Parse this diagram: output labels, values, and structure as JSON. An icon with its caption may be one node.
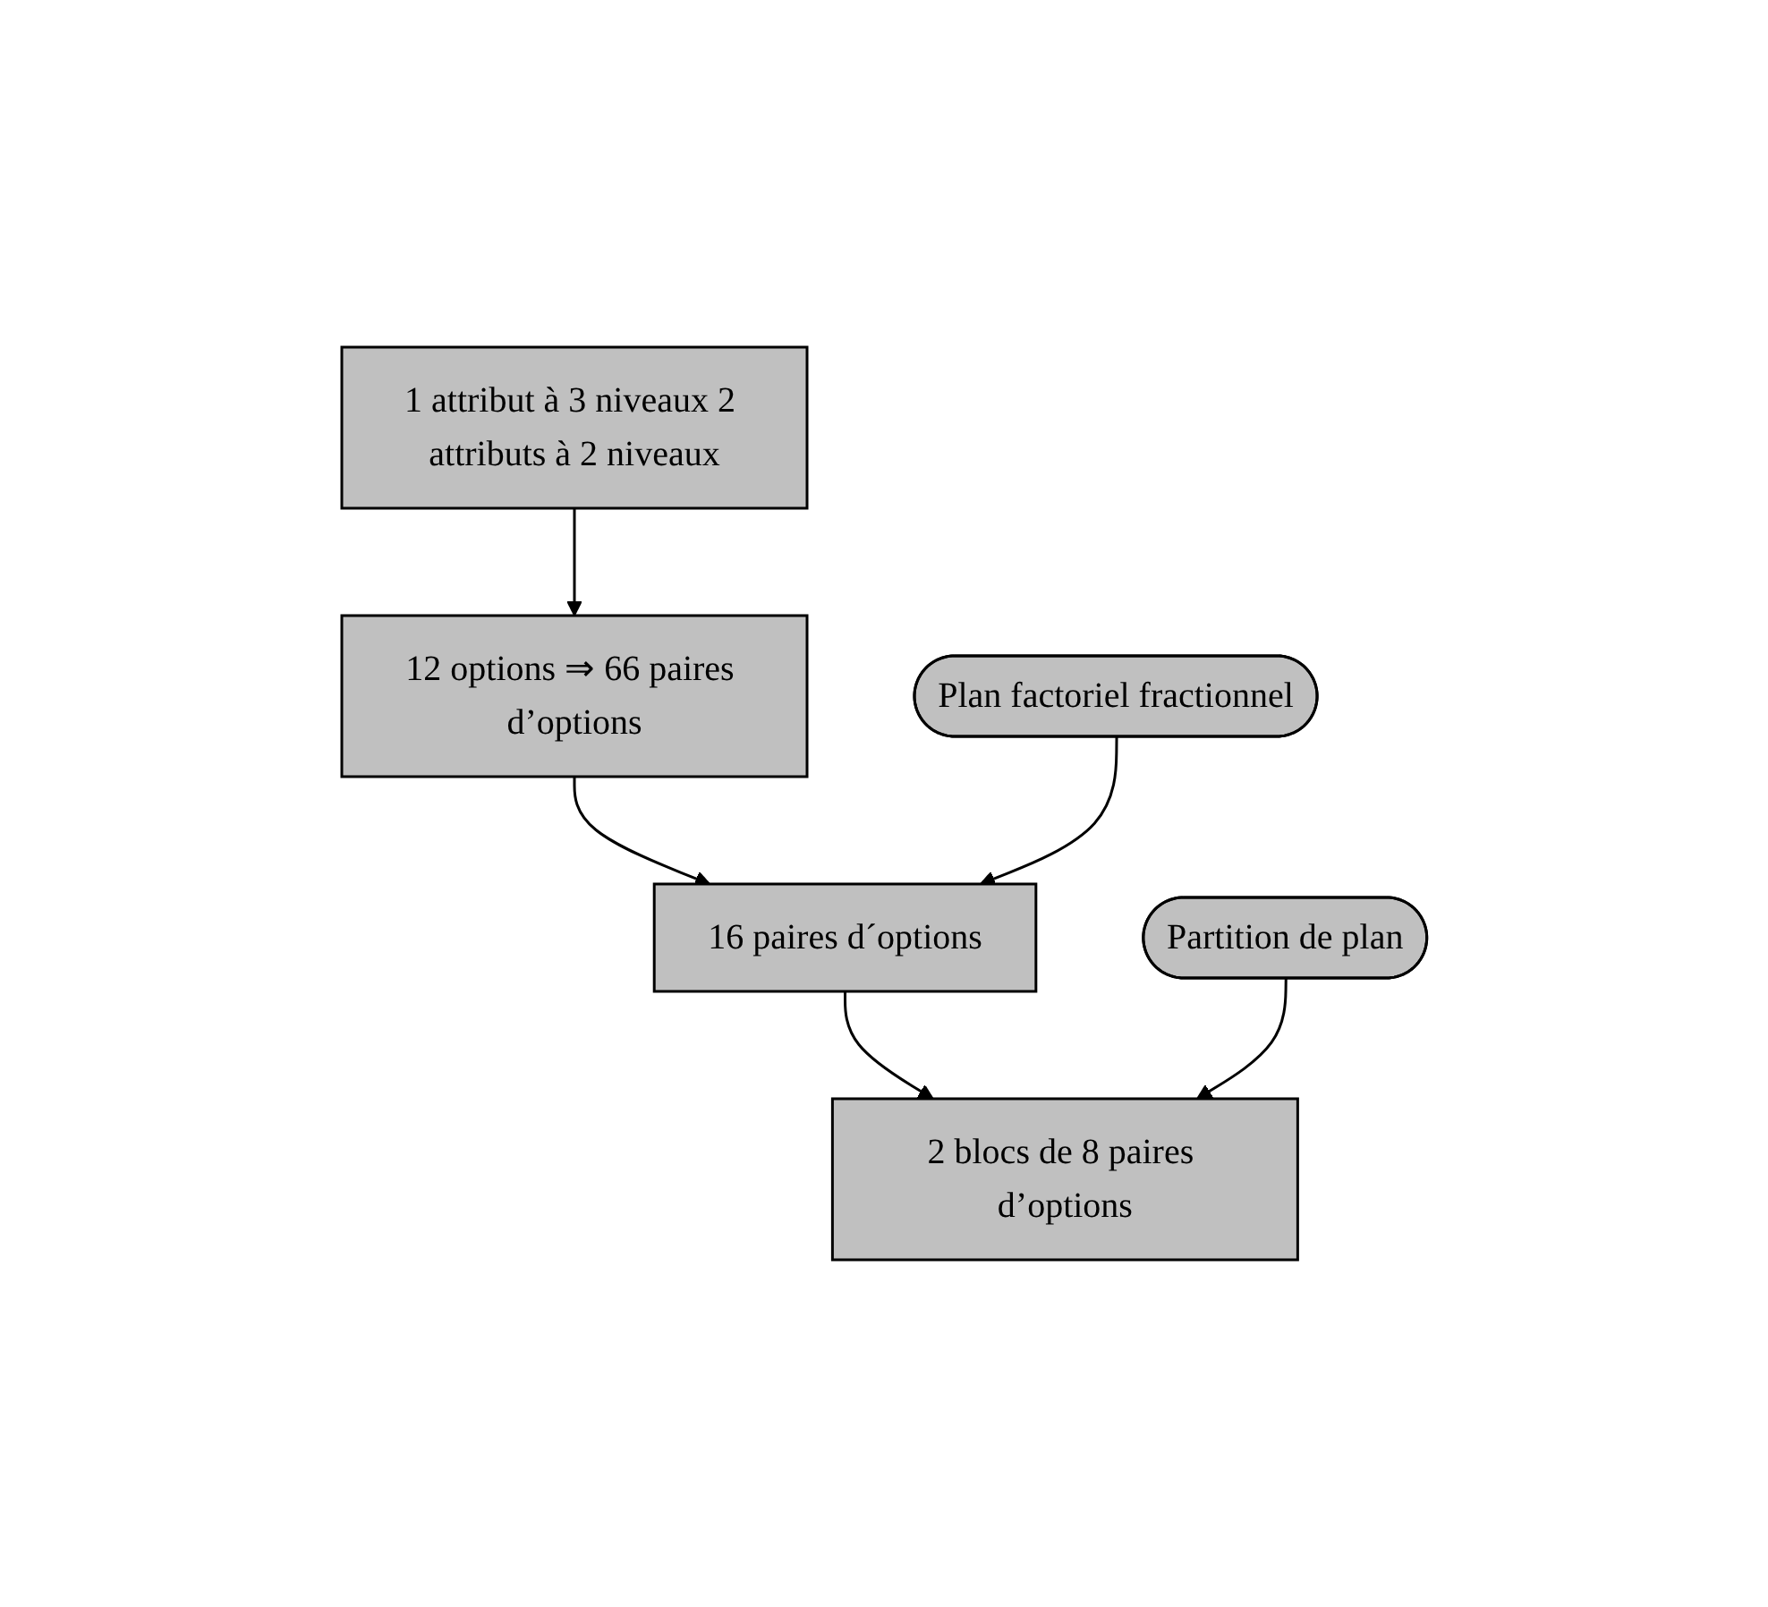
{
  "diagram": {
    "nodes": [
      {
        "text": [
          "1 attribut à 3 niveaux 2 attributs à 2 niveaux"
        ]
      },
      {
        "text": [
          "12 options ⇒ 66 paires d’options"
        ]
      },
      {
        "text": [
          "Plan factoriel fractionnel"
        ]
      },
      {
        "text": [
          "16 paires d´options"
        ]
      },
      {
        "text": [
          "Partition de plan"
        ]
      },
      {
        "text": [
          "2 blocs de 8 paires d’options"
        ]
      }
    ],
    "edges": [
      {
        "from": 0,
        "to": 1,
        "arrow": "to"
      },
      {
        "from": 1,
        "to": 3,
        "arrow": "to"
      },
      {
        "from": 2,
        "to": 3,
        "arrow": "to"
      },
      {
        "from": 3,
        "to": 5,
        "arrow": "to"
      },
      {
        "from": 4,
        "to": 5,
        "arrow": "to"
      }
    ]
  }
}
